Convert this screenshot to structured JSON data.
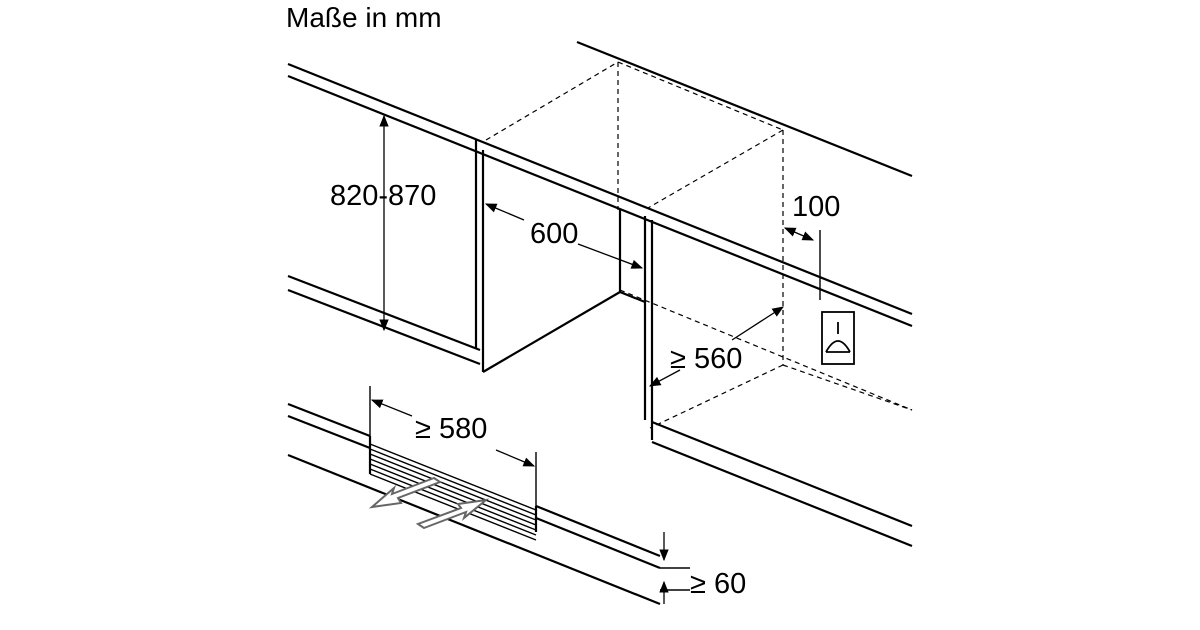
{
  "title": "Maße in mm",
  "dimensions": {
    "height": "820-870",
    "width": "600",
    "depth": "≥ 560",
    "outlet_offset": "100",
    "vent_width": "≥ 580",
    "vent_height": "≥ 60"
  },
  "icons": {
    "outlet": "socket-icon",
    "airflow_out": "arrow-out-icon",
    "airflow_in": "arrow-in-icon"
  }
}
